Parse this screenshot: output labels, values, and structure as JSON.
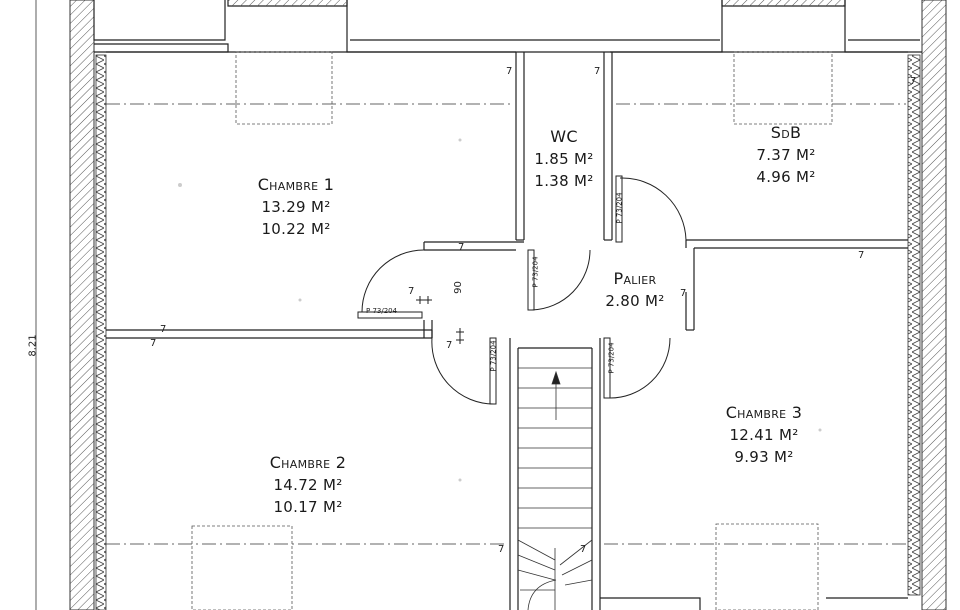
{
  "rooms": {
    "chambre1": {
      "name": "Chambre 1",
      "area1": "13.29 M²",
      "area2": "10.22 M²"
    },
    "wc": {
      "name": "WC",
      "area1": "1.85 M²",
      "area2": "1.38 M²"
    },
    "sdb": {
      "name": "SdB",
      "area1": "7.37 M²",
      "area2": "4.96 M²"
    },
    "palier": {
      "name": "Palier",
      "area1": "2.80 M²"
    },
    "chambre2": {
      "name": "Chambre 2",
      "area1": "14.72 M²",
      "area2": "10.17 M²"
    },
    "chambre3": {
      "name": "Chambre 3",
      "area1": "12.41 M²",
      "area2": "9.93 M²"
    }
  },
  "dimensions": {
    "overall_height": "8.21",
    "wall": "7",
    "door_opening": "90"
  },
  "doors": {
    "label": "P 73/204"
  }
}
